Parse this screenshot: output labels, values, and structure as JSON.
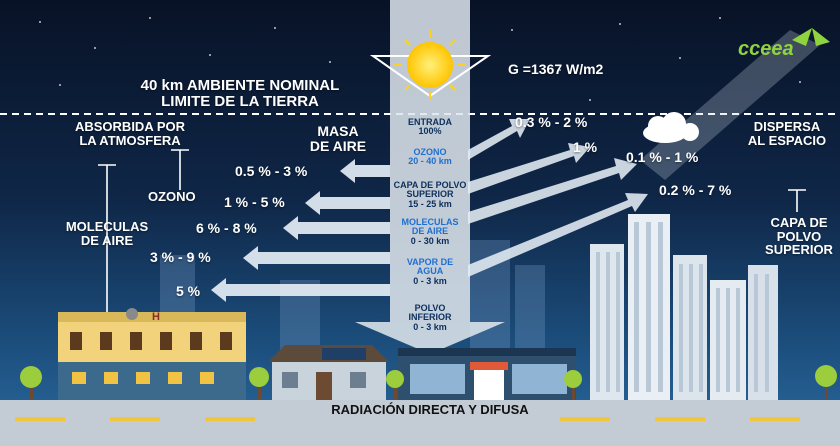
{
  "header": {
    "boundary_line1": "40 km AMBIENTE NOMINAL",
    "boundary_line2": "LIMITE DE LA TIERRA",
    "solar_constant": "G =1367 W/m2",
    "logo": "cceea"
  },
  "left_labels": {
    "absorbed_line1": "ABSORBIDA POR",
    "absorbed_line2": "LA ATMOSFERA",
    "air_mass_line1": "MASA",
    "air_mass_line2": "DE AIRE",
    "ozone": "OZONO",
    "molecules_line1": "MOLECULAS",
    "molecules_line2": "DE AIRE"
  },
  "right_labels": {
    "scattered_line1": "DISPERSA",
    "scattered_line2": "AL ESPACIO",
    "dust_line1": "CAPA DE",
    "dust_line2": "POLVO",
    "dust_line3": "SUPERIOR"
  },
  "column": {
    "entrada_line1": "ENTRADA",
    "entrada_line2": "100%",
    "ozono_title": "OZONO",
    "ozono_range": "20 - 40 km",
    "polvo_sup_line1": "CAPA DE POLVO",
    "polvo_sup_line2": "SUPERIOR",
    "polvo_sup_range": "15 - 25 km",
    "moleculas_line1": "MOLECULAS",
    "moleculas_line2": "DE AIRE",
    "moleculas_range": "0 - 30 km",
    "vapor_line1": "VAPOR DE",
    "vapor_line2": "AGUA",
    "vapor_range": "0 - 3 km",
    "polvo_inf_line1": "POLVO",
    "polvo_inf_line2": "INFERIOR",
    "polvo_inf_range": "0 - 3 km"
  },
  "absorbed": {
    "a1": "0.5 % - 3 %",
    "a2": "1 % - 5 %",
    "a3": "6 % - 8 %",
    "a4": "3 % - 9 %",
    "a5": "5 %"
  },
  "scattered": {
    "s1": "0.3 % - 2 %",
    "s2": "1 %",
    "s3": "0.1 % - 1 %",
    "s4": "0.2 % - 7 %"
  },
  "footer": {
    "caption": "RADIACIÓN DIRECTA Y DIFUSA"
  },
  "colors": {
    "sky_top": "#081226",
    "sky_bottom": "#2c6aa0",
    "arrow": "#e4edf5",
    "sun": "#ffd21a",
    "column_text": "#0d2f5c",
    "column_sub": "#1f6fd0"
  }
}
